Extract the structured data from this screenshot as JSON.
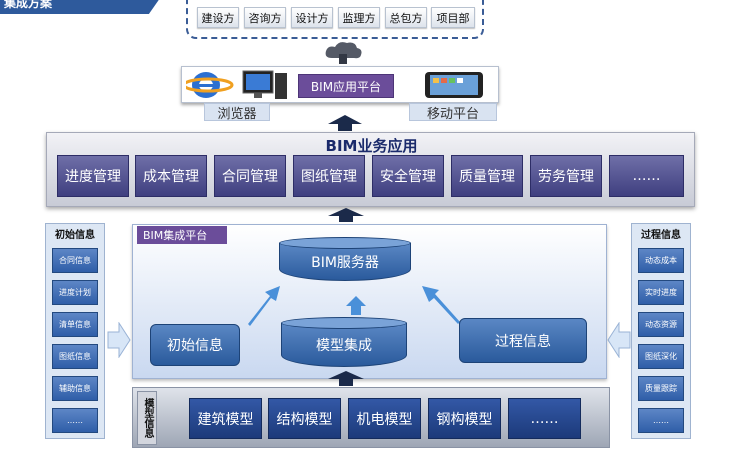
{
  "header": {
    "title_fragment": "集成方案"
  },
  "parties": [
    "建设方",
    "咨询方",
    "设计方",
    "监理方",
    "总包方",
    "项目部"
  ],
  "platforms": {
    "browser_label": "浏览器",
    "center_label": "BIM应用平台",
    "mobile_label": "移动平台"
  },
  "bim_app": {
    "title": "BIM业务应用",
    "modules": [
      "进度管理",
      "成本管理",
      "合同管理",
      "图纸管理",
      "安全管理",
      "质量管理",
      "劳务管理",
      "……"
    ]
  },
  "left_panel": {
    "title": "初始信息",
    "items": [
      "合同信息",
      "进度计划",
      "清单信息",
      "图纸信息",
      "辅助信息",
      "……"
    ]
  },
  "right_panel": {
    "title": "过程信息",
    "items": [
      "动态成本",
      "实时进度",
      "动态资源",
      "图纸深化",
      "质量跟踪",
      "……"
    ]
  },
  "integration": {
    "label": "BIM集成平台",
    "server": "BIM服务器",
    "initial": "初始信息",
    "model_integration": "模型集成",
    "process": "过程信息"
  },
  "model_info": {
    "label": "模型信息",
    "items": [
      "建筑模型",
      "结构模型",
      "机电模型",
      "钢构模型",
      "……"
    ]
  },
  "colors": {
    "module_purple": "#4b4b8c",
    "info_blue": "#2f5ea8",
    "model_navy": "#1f3f82",
    "accent_purple": "#6b4d9a",
    "arrow_navy": "#1b2a4a",
    "arrow_blue": "#4a90d9"
  }
}
